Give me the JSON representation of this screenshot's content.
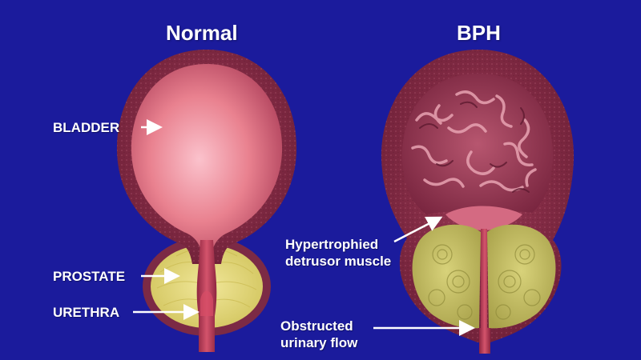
{
  "titles": {
    "normal": "Normal",
    "bph": "BPH"
  },
  "labels": {
    "bladder": "BLADDER",
    "prostate": "PROSTATE",
    "urethra": "URETHRA",
    "hypertrophied_line1": "Hypertrophied",
    "hypertrophied_line2": "detrusor muscle",
    "obstructed_line1": "Obstructed",
    "obstructed_line2": "urinary flow"
  },
  "colors": {
    "background": "#1b1b9c",
    "wall": "#8e2f4b",
    "bladder_lumen": "#f08aa0",
    "prostate_normal": "#e6dc7a",
    "prostate_bph": "#c9c466",
    "urethra": "#c0344f",
    "text": "#ffffff"
  }
}
